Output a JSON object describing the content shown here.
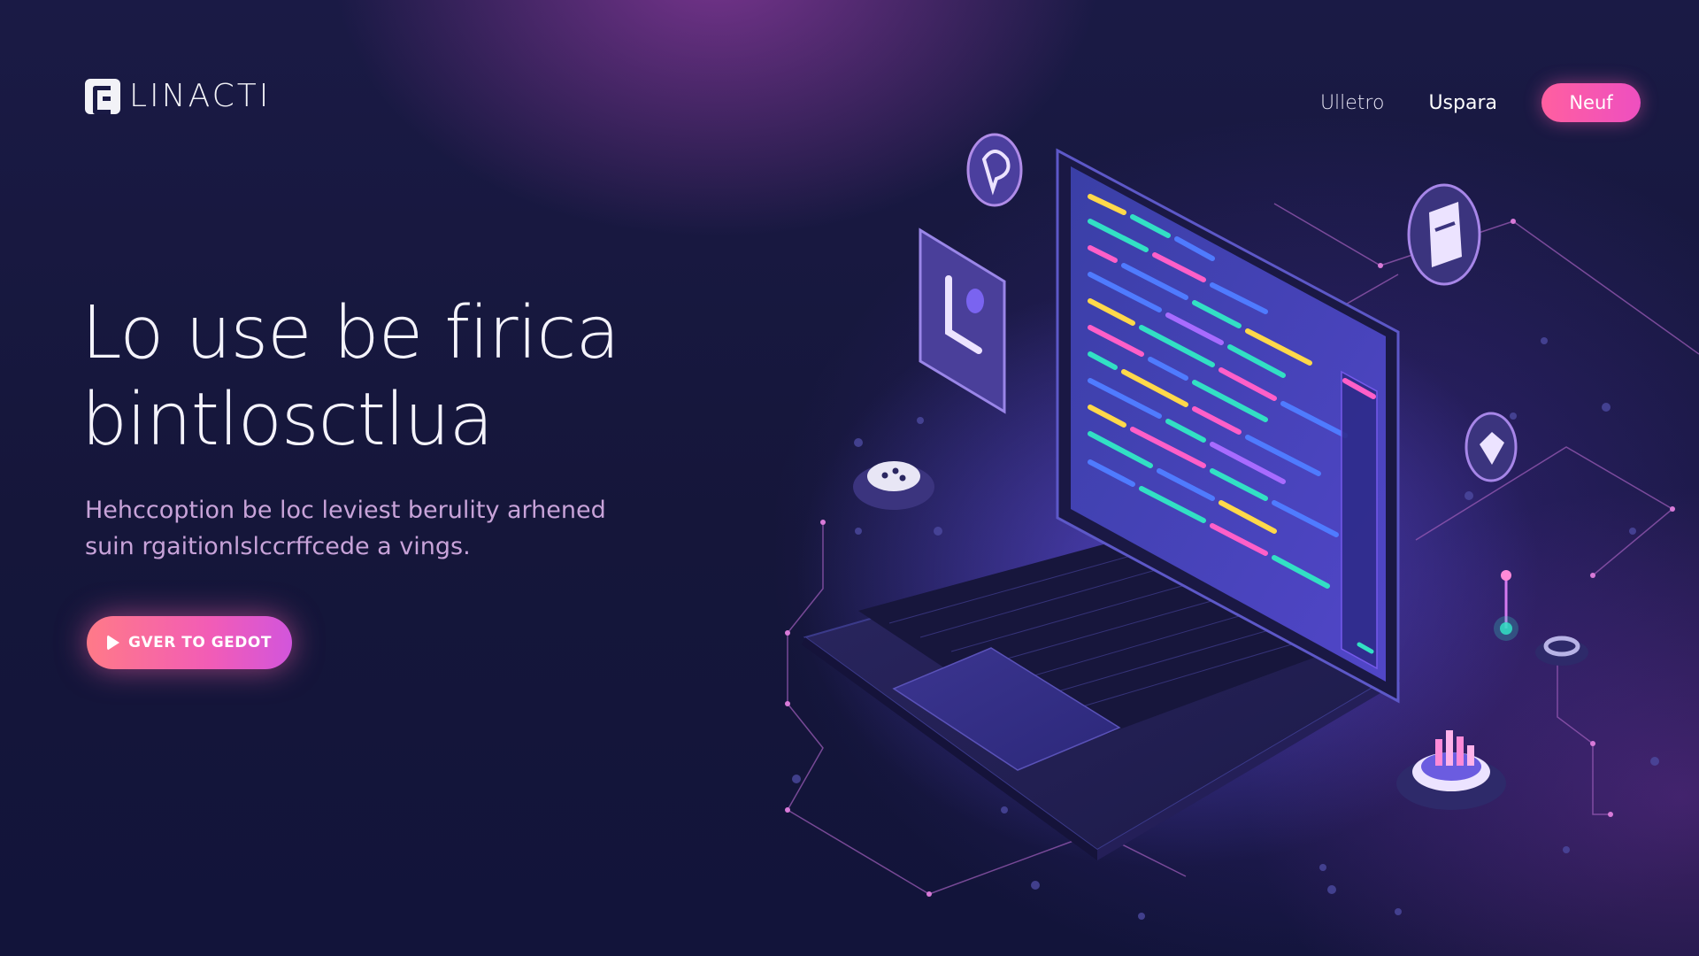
{
  "brand": {
    "logo_text": "LINACTI",
    "logo_icon": "logo-g-square-icon"
  },
  "nav": {
    "links": [
      "Ulletro",
      "Uspara"
    ],
    "button_label": "Neuf"
  },
  "hero": {
    "title_lines": [
      "Lo use be firica",
      "bintlosctlua"
    ],
    "subtitle_lines": [
      "Hehccoption be loc leviest berulity arhened",
      "suin rgaitionlslccrffcede a vings."
    ],
    "cta_label": "GVER TO GEDOT",
    "cta_icon": "play-arrow-icon"
  },
  "illustration": {
    "icons": [
      "chat-bubble-icon",
      "document-letter-icon",
      "dots-coin-icon",
      "shield-badge-icon",
      "diamond-gem-icon",
      "bar-chart-icon",
      "ring-coin-icon",
      "antenna-light-icon"
    ],
    "screen_colors": [
      "#ffd84a",
      "#32e0c4",
      "#4f7bff",
      "#ff5fc8",
      "#a86bff"
    ]
  },
  "colors": {
    "background": "#141638",
    "accent_pink": "#f25cb6",
    "accent_purple": "#8b5cf6",
    "subtitle": "#c8a3d9"
  }
}
